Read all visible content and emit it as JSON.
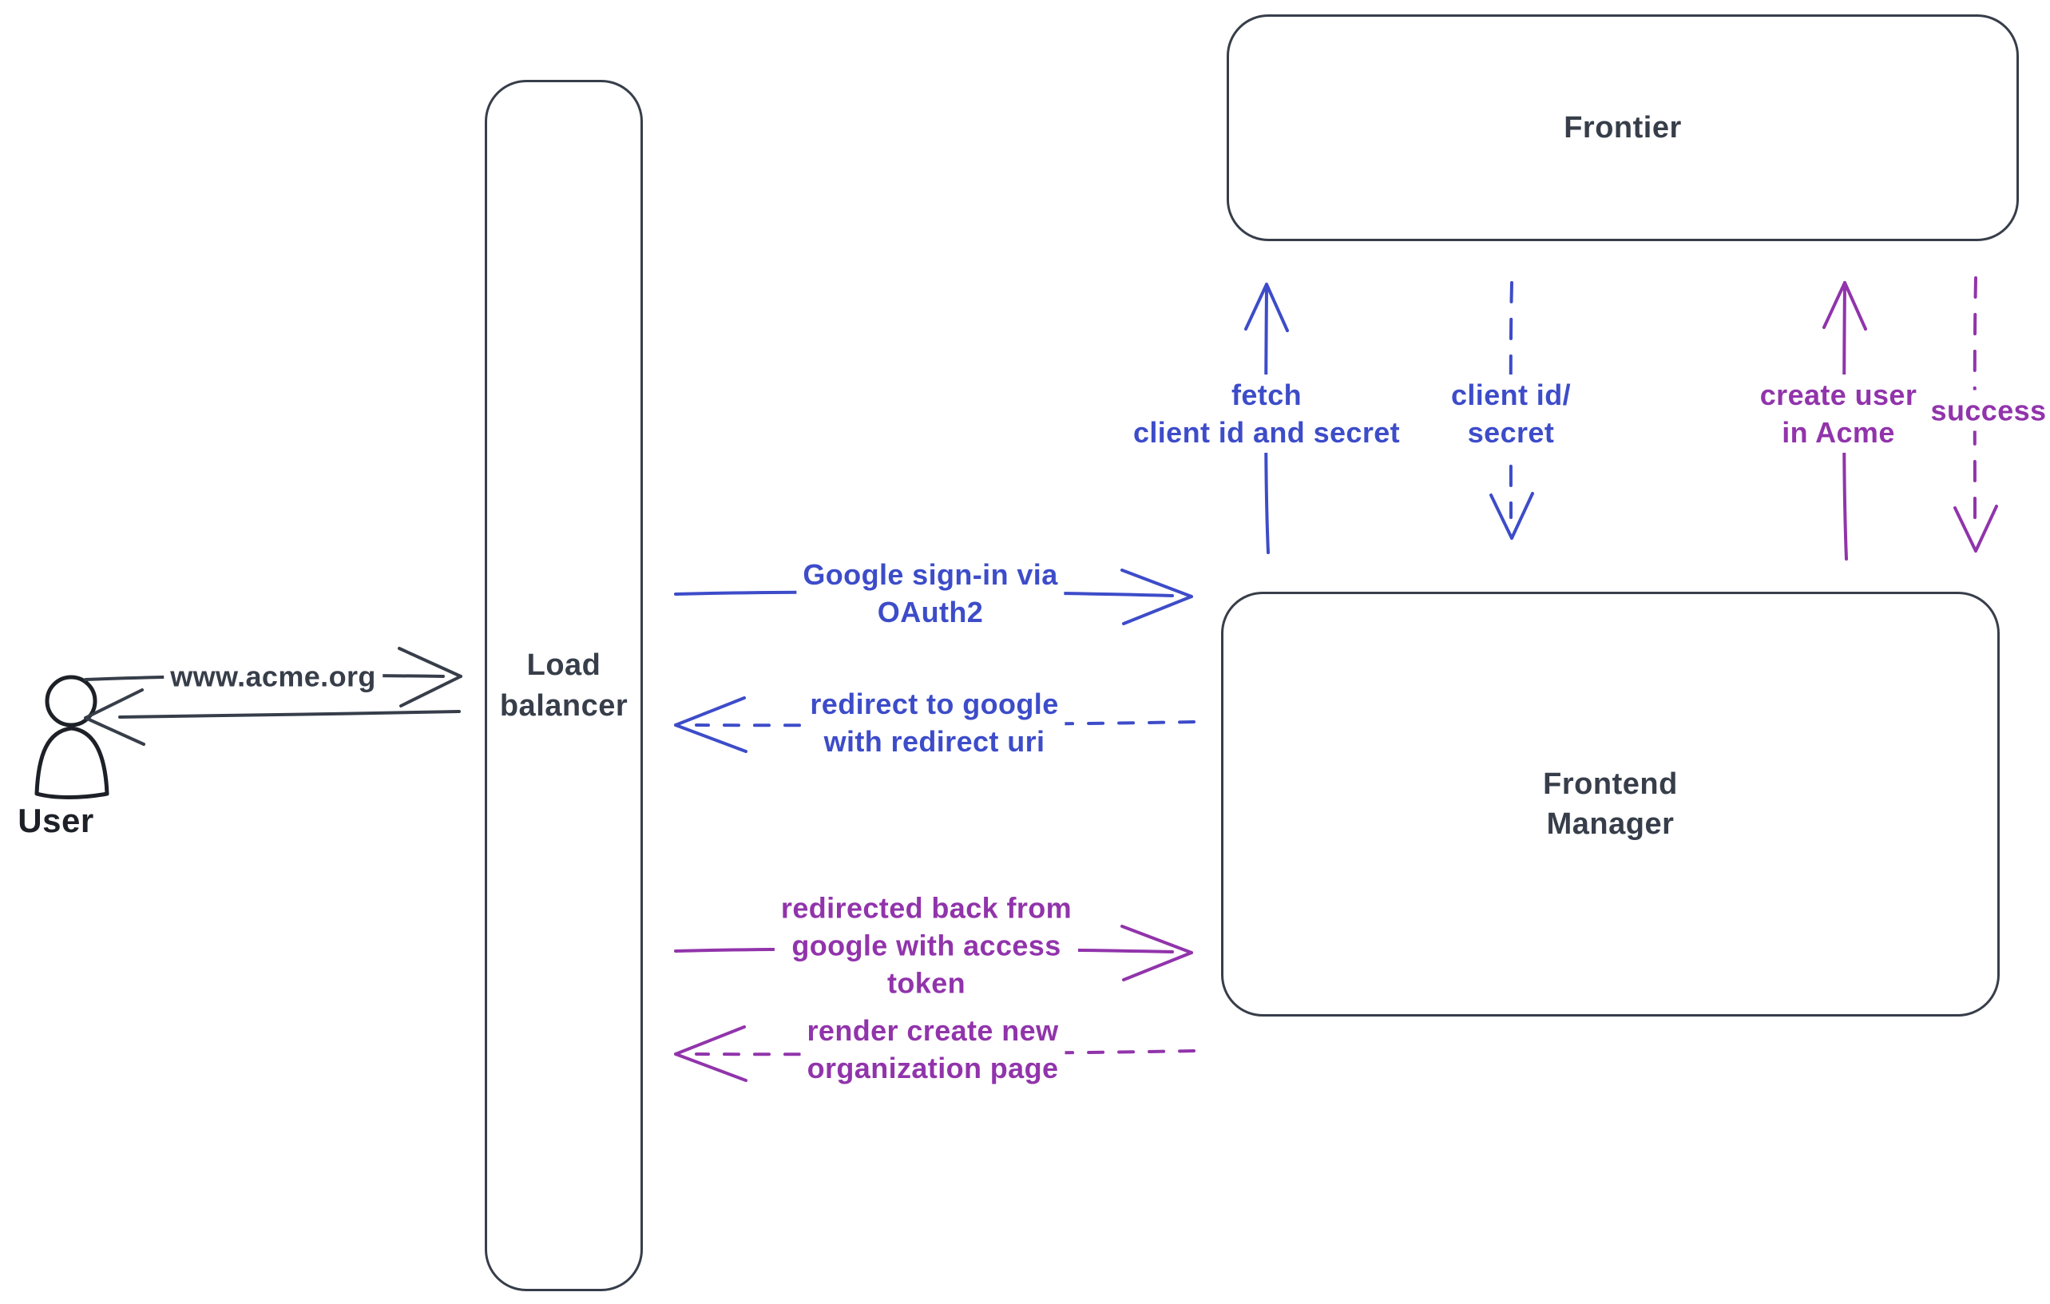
{
  "colors": {
    "ink": "#373e4a",
    "blue": "#3d4cc9",
    "purple": "#9134ab",
    "user_outline": "#1d2127",
    "hatch": "#ccd3dd",
    "background": "#ffffff"
  },
  "actors": {
    "user": {
      "label": "User"
    },
    "load_balancer": {
      "lines": [
        "Load",
        "balancer"
      ]
    },
    "frontier": {
      "label": "Frontier"
    },
    "frontend_manager": {
      "lines": [
        "Frontend",
        "Manager"
      ]
    }
  },
  "messages": {
    "acme_url": {
      "lines": [
        "www.acme.org"
      ]
    },
    "google_signin": {
      "lines": [
        "Google sign-in via",
        "OAuth2"
      ]
    },
    "redirect_google": {
      "lines": [
        "redirect to google",
        "with redirect uri"
      ]
    },
    "fetch_credentials": {
      "lines": [
        "fetch",
        "client id and secret"
      ]
    },
    "client_id_secret": {
      "lines": [
        "client id/",
        "secret"
      ]
    },
    "create_user": {
      "lines": [
        "create user",
        "in Acme"
      ]
    },
    "success": {
      "lines": [
        "success"
      ]
    },
    "redirected_back": {
      "lines": [
        "redirected back from",
        "google with access",
        "token"
      ]
    },
    "render_org_page": {
      "lines": [
        "render create new",
        "organization page"
      ]
    }
  }
}
